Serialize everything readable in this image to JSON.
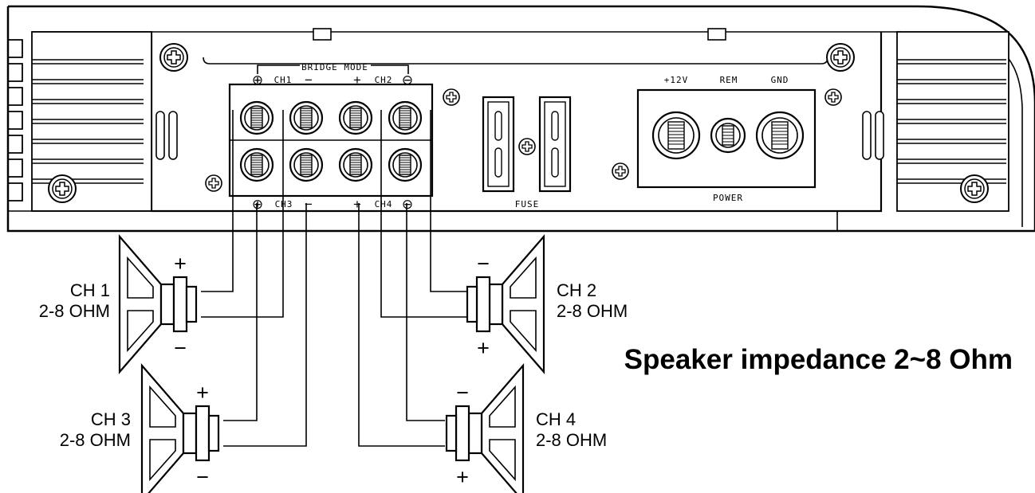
{
  "amplifier": {
    "bridge_mode_label": "BRIDGE MODE",
    "top_terminals": [
      {
        "sign": "⊕",
        "label": "CH1"
      },
      {
        "sign": "−",
        "label": ""
      },
      {
        "sign": "+",
        "label": "CH2"
      },
      {
        "sign": "⊖",
        "label": ""
      }
    ],
    "bottom_terminals": [
      {
        "sign": "⊕",
        "label": "CH3"
      },
      {
        "sign": "−",
        "label": ""
      },
      {
        "sign": "+",
        "label": "CH4"
      },
      {
        "sign": "⊖",
        "label": ""
      }
    ],
    "fuse_label": "FUSE",
    "power": {
      "label": "POWER",
      "terminals": [
        "+12V",
        "REM",
        "GND"
      ]
    }
  },
  "speakers": [
    {
      "name": "CH 1",
      "impedance": "2-8 OHM",
      "top_sign": "+",
      "bottom_sign": "−"
    },
    {
      "name": "CH 2",
      "impedance": "2-8 OHM",
      "top_sign": "−",
      "bottom_sign": "+"
    },
    {
      "name": "CH 3",
      "impedance": "2-8 OHM",
      "top_sign": "+",
      "bottom_sign": "−"
    },
    {
      "name": "CH 4",
      "impedance": "2-8 OHM",
      "top_sign": "−",
      "bottom_sign": "+"
    }
  ],
  "caption": "Speaker impedance 2~8 Ohm"
}
